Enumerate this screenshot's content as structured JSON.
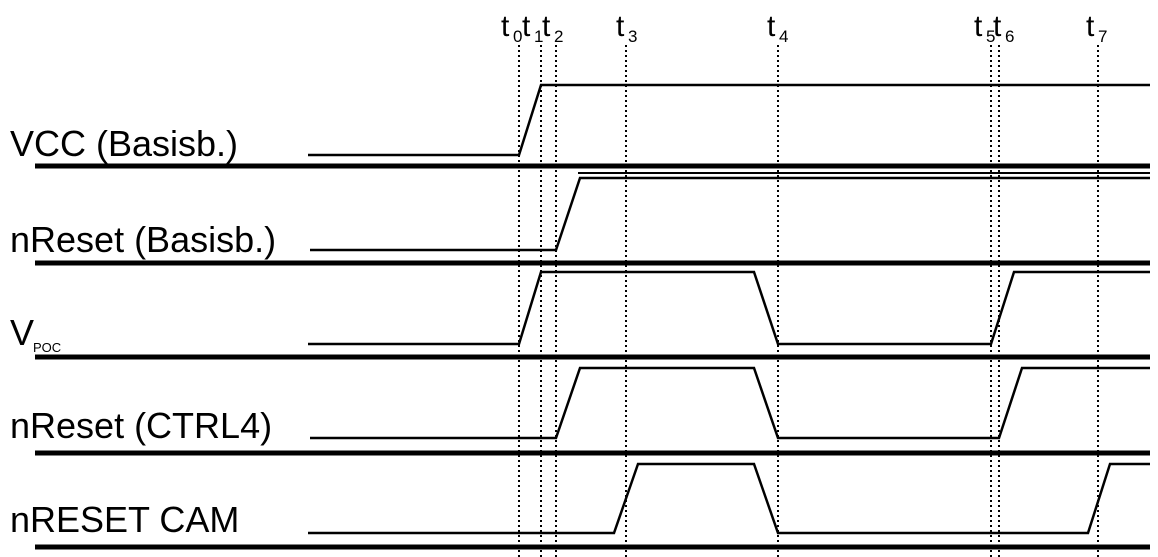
{
  "time_markers": [
    {
      "letter": "t",
      "index": "0"
    },
    {
      "letter": "t",
      "index": "1"
    },
    {
      "letter": "t",
      "index": "2"
    },
    {
      "letter": "t",
      "index": "3"
    },
    {
      "letter": "t",
      "index": "4"
    },
    {
      "letter": "t",
      "index": "5"
    },
    {
      "letter": "t",
      "index": "6"
    },
    {
      "letter": "t",
      "index": "7"
    }
  ],
  "signals": [
    {
      "label": "VCC (Basisb.)",
      "sub": "",
      "states": "low until t0, rises t0 to t1, high afterwards"
    },
    {
      "label": "nReset (Basisb.)",
      "sub": "",
      "states": "low until t2, rises after t2, high afterwards"
    },
    {
      "label": "V",
      "sub": "POC",
      "states": "low until t0, high t1 to t4, low t4 to t5, high from t6"
    },
    {
      "label": "nReset (CTRL4)",
      "sub": "",
      "states": "low until t2, high until t4, low t4 to t6, high after t6"
    },
    {
      "label": "nRESET CAM",
      "sub": "",
      "states": "low until t3, high until t4, low t4 to t7, high after t7"
    }
  ],
  "colors": {
    "line": "#000000",
    "background": "#ffffff"
  }
}
